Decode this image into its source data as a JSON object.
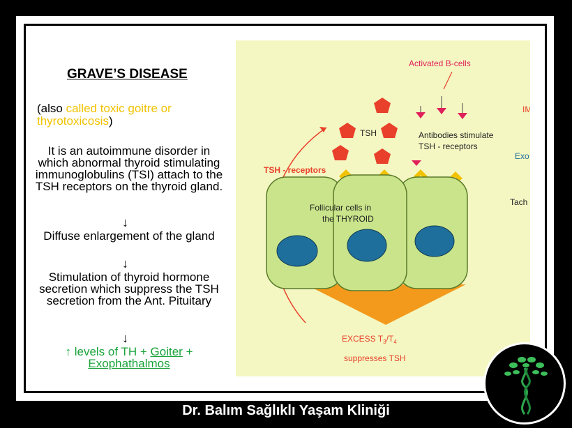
{
  "slide": {
    "title": "GRAVE’S DISEASE",
    "also_prefix": "(also ",
    "also_highlight": "called toxic goitre or thyrotoxicosis",
    "also_suffix": ")",
    "paragraph1": "It is an autoimmune disorder in which abnormal thyroid stimulating immunoglobulins (TSI) attach to the TSH receptors on the thyroid gland.",
    "arrow": "↓",
    "paragraph2": "Diffuse enlargement of the gland",
    "paragraph3": "Stimulation of thyroid hormone secretion which suppress the TSH secretion from the Ant. Pituitary",
    "result_prefix": "↑ levels of TH + ",
    "result_goiter": "Goiter",
    "result_plus": " +",
    "result_exo": "Exophathalmos"
  },
  "diagram": {
    "activated_b_cells": "Activated B-cells",
    "tsh": "TSH",
    "antibodies_line1": "Antibodies stimulate",
    "antibodies_line2": "TSH - receptors",
    "tsh_receptors": "TSH - receptors",
    "follicular_line1": "Follicular  cells in",
    "follicular_line2": "the THYROID",
    "excess": "EXCESS T",
    "excess_sub1": "3",
    "excess_slash": "/T",
    "excess_sub2": "4",
    "suppresses": "suppresses TSH",
    "cut_label1": "IM",
    "cut_label2": "Exo",
    "cut_label3": "Tach"
  },
  "footer": {
    "clinic": "Dr. Balım Sağlıklı Yaşam Kliniği"
  },
  "colors": {
    "yellow": "#f2c200",
    "green": "#1aa33a",
    "red": "#e8402a",
    "pink": "#e0205a",
    "cell": "#c9e48a",
    "nucleus": "#1f6f9c"
  }
}
